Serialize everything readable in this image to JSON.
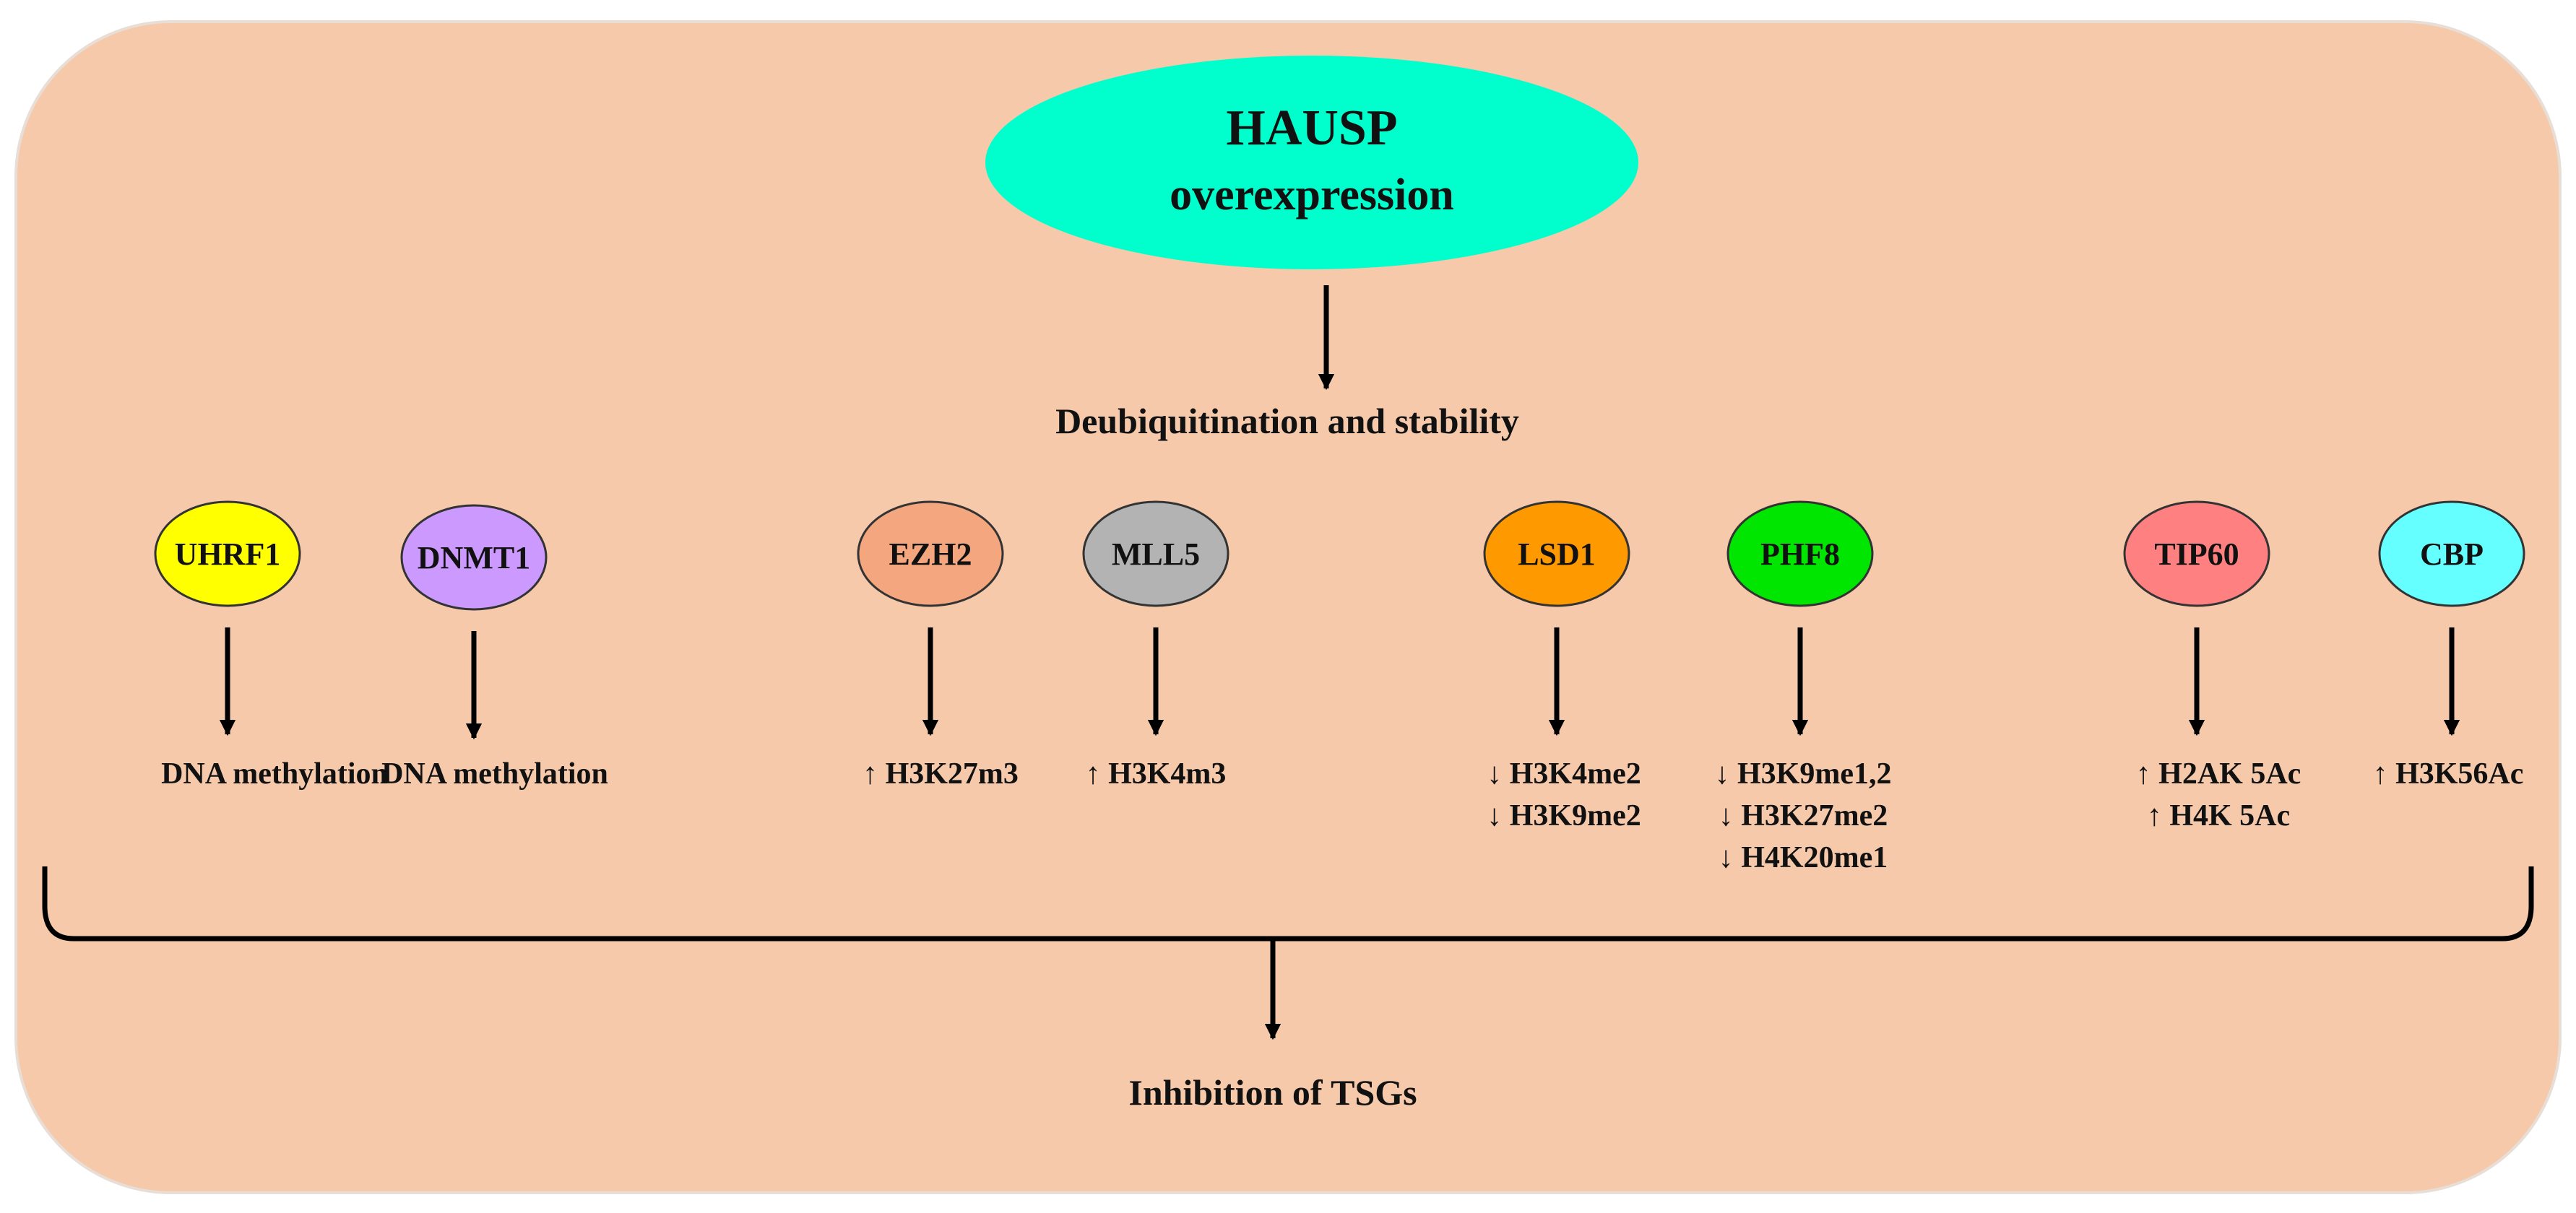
{
  "colors": {
    "panel": "#F5C9AA",
    "panel_border": "#E8DED6",
    "hausp": "#00FFCC",
    "arrow": "#000000",
    "text": "#111111"
  },
  "top": {
    "title_line1": "HAUSP",
    "title_line2": "overexpression"
  },
  "middle": {
    "label": "Deubiquitination and stability"
  },
  "bottom": {
    "label": "Inhibition of TSGs"
  },
  "nodes": [
    {
      "name": "UHRF1",
      "color": "#FFFF00",
      "effects": [
        "DNA methylation"
      ]
    },
    {
      "name": "DNMT1",
      "color": "#CC99FF",
      "effects": [
        "DNA methylation"
      ]
    },
    {
      "name": "EZH2",
      "color": "#F4A77E",
      "effects": [
        "↑ H3K27m3"
      ]
    },
    {
      "name": "MLL5",
      "color": "#B3B3B3",
      "effects": [
        "↑ H3K4m3"
      ]
    },
    {
      "name": "LSD1",
      "color": "#FF9900",
      "effects": [
        "↓ H3K4me2",
        "↓ H3K9me2"
      ]
    },
    {
      "name": "PHF8",
      "color": "#00E600",
      "effects": [
        "↓ H3K9me1,2",
        "↓ H3K27me2",
        "↓ H4K20me1"
      ]
    },
    {
      "name": "TIP60",
      "color": "#FF8080",
      "effects": [
        "↑ H2AK 5Ac",
        "↑ H4K 5Ac"
      ]
    },
    {
      "name": "CBP",
      "color": "#66FFFF",
      "effects": [
        "↑ H3K56Ac"
      ]
    }
  ]
}
